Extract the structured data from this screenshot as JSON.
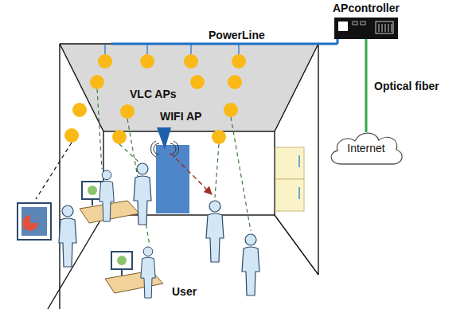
{
  "diagram": {
    "nodes": [
      {
        "text": [
          "APcontroller"
        ]
      },
      {
        "text": [
          "Internet"
        ]
      }
    ],
    "edges": [
      {
        "from": 0,
        "to": 1,
        "arrow": "none",
        "label": "Optical fiber"
      }
    ],
    "labels": [
      "PowerLine",
      "VLC APs",
      "WIFI AP",
      "User"
    ]
  }
}
